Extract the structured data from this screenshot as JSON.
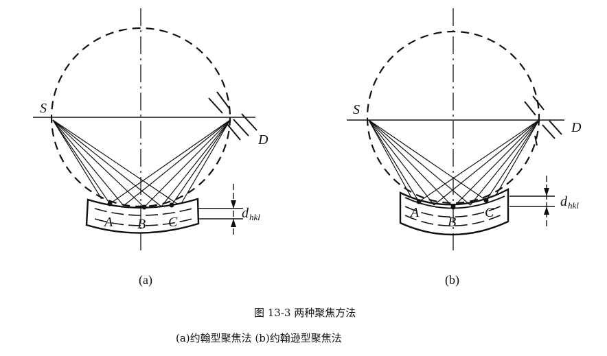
{
  "panels": [
    {
      "id": "a",
      "label": "(a)",
      "S": "S",
      "D": "D",
      "A": "A",
      "B": "B",
      "C": "C",
      "d": "d",
      "d_sub": "hkl"
    },
    {
      "id": "b",
      "label": "(b)",
      "S": "S",
      "D": "D",
      "A": "A",
      "B": "B",
      "C": "C",
      "d": "d",
      "d_sub": "hkl"
    }
  ],
  "caption": {
    "line1": "图 13-3   两种聚焦方法",
    "line2": "(a)约翰型聚焦法   (b)约翰逊型聚焦法"
  }
}
